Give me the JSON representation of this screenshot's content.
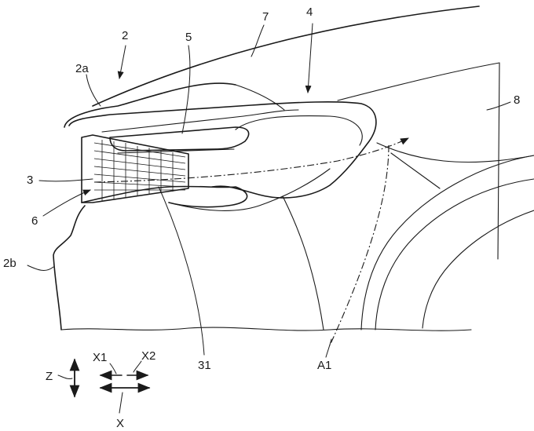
{
  "figure": {
    "labels": {
      "l2": "2",
      "l2a": "2a",
      "l2b": "2b",
      "l3": "3",
      "l4": "4",
      "l5": "5",
      "l6": "6",
      "l7": "7",
      "l8": "8",
      "l31": "31",
      "lA1": "A1",
      "lZ": "Z",
      "lX": "X",
      "lX1": "X1",
      "lX2": "X2"
    }
  }
}
